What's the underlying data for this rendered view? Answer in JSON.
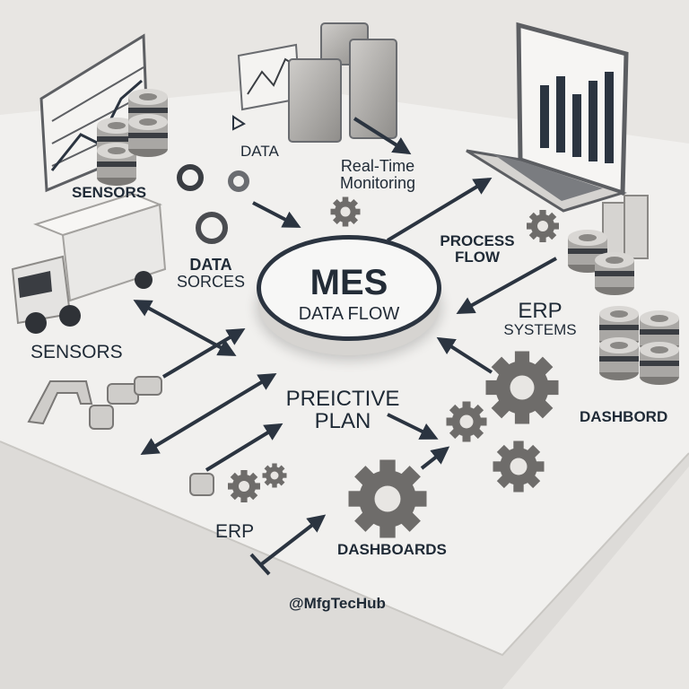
{
  "hub": {
    "title": "MES",
    "subtitle": "DATA FLOW"
  },
  "labels": {
    "sensors_top": "SENSORS",
    "data": "DATA",
    "realtime_line1": "Real-Time",
    "realtime_line2": "Monitoring",
    "process_line1": "PROCESS",
    "process_line2": "FLOW",
    "data_sources_line1": "DATA",
    "data_sources_line2": "SORCES",
    "sensors_left": "SENSORS",
    "erp_systems_line1": "ERP",
    "erp_systems_line2": "SYSTEMS",
    "predictive_line1": "PREICTIVE",
    "predictive_line2": "PLAN",
    "dashbord": "DASHBORD",
    "erp_bottom": "ERP",
    "dashboards": "DASHBOARDS",
    "handle": "@MfgTecHub"
  },
  "icons": {
    "sensors_top": "line-chart-with-database-stacks-icon",
    "data": "chart-panel-with-server-blocks-icon",
    "laptop": "laptop-bar-chart-icon",
    "truck": "delivery-truck-icon",
    "servers_right": "server-and-cylinder-icon",
    "rolls": "stacked-rolls-icon",
    "gears": "gear-icon",
    "fittings": "pipe-fitting-icon"
  }
}
